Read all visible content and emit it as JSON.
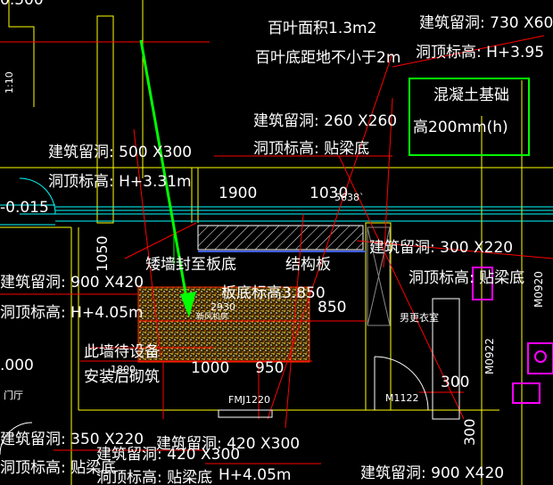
{
  "drawing": {
    "labels": {
      "top_left_partial": "0.500",
      "louver_area": "百叶面积1.3m2",
      "louver_height": "百叶底距地不小于2m",
      "reserve_730": "建筑留洞: 730 X60",
      "top_elev_395": "洞顶标高: H+3.95",
      "concrete_base_1": "混凝土基础",
      "concrete_base_2": "高200mm(h)",
      "reserve_260": "建筑留洞: 260 X260",
      "top_elev_beam_1": "洞顶标高: 贴梁底",
      "reserve_500": "建筑留洞: 500 X300",
      "top_elev_331": "洞顶标高: H+3.31m",
      "scale_1_10": "1:10",
      "dim_1900": "1900",
      "dim_1030": "1030",
      "code_5638": "5638`",
      "neg_015": "-0.015",
      "dim_1050": "1050",
      "reserve_300_220": "建筑留洞: 300 X220",
      "top_elev_beam_2": "洞顶标高: 贴梁底",
      "wall_to_slab": "矮墙封至板底",
      "structure_slab": "结构板",
      "reserve_900_left": "建筑留洞: 900 X420",
      "top_elev_405": "洞顶标高: H+4.05m",
      "slab_bottom": "板底标高3.850",
      "dim_850": "850",
      "dim_2930": "2930",
      "small_label": "新风机房",
      "male_locker": "男更衣室",
      "note_wall_1": "此墙待设备",
      "note_wall_2": "安装后砌筑",
      "dim_1000": "1000",
      "dim_950": "950",
      "dim_1800": "1800",
      "elev_000": ".000",
      "hall": "门厅",
      "fmj": "FMJ1220",
      "m0922": "M0922",
      "m0920": "M0920",
      "m1122": "M1122",
      "dim_300": "300",
      "dim_300_v": "300",
      "reserve_350": "建筑留洞: 350 X220",
      "top_elev_beam_3": "洞顶标高: 贴梁底",
      "reserve_420_a": "建筑留洞: 420 X300",
      "reserve_420_b": "建筑留洞: 420 X300",
      "top_elev_beam_4": "洞顶标高: 贴梁底",
      "top_elev_405_b": "H+4.05m",
      "reserve_900_bottom": "建筑留洞: 900 X420"
    },
    "colors": {
      "background": "#000000",
      "text": "#ffffff",
      "leader": "#ff0000",
      "wall": "#ffff00",
      "green": "#00ff00",
      "cyan": "#00ffff",
      "magenta": "#ff00ff",
      "blue": "#3f5fff"
    },
    "icons": [
      "arrow-icon",
      "door-swing-icon",
      "toilet-icon",
      "basin-icon"
    ]
  }
}
